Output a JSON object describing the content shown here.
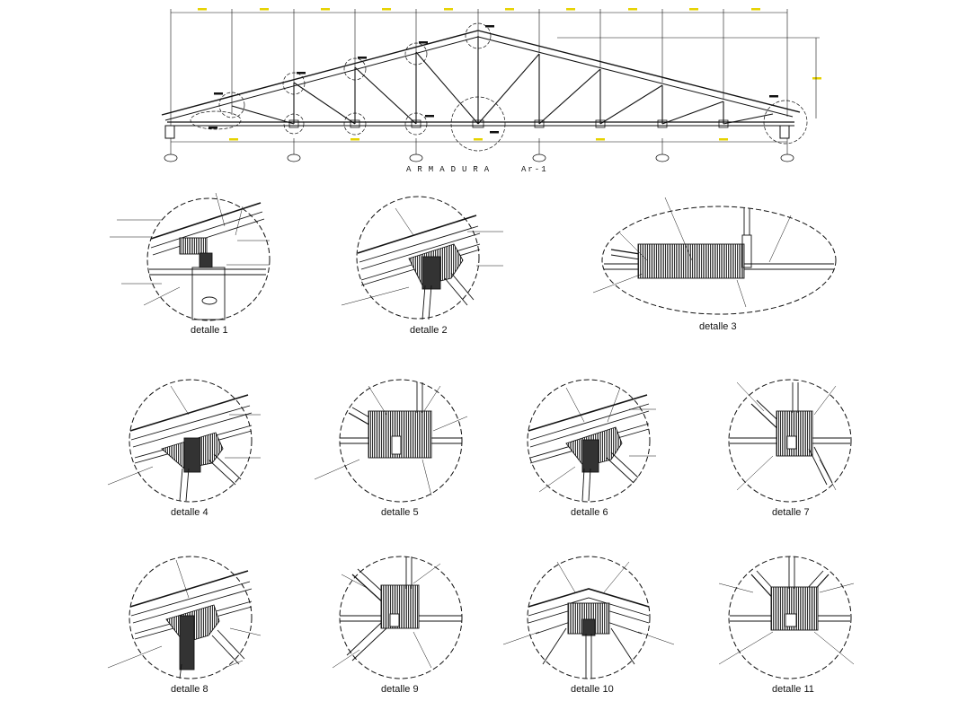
{
  "truss": {
    "title": "ARMADURA",
    "code": "Ar-1"
  },
  "details": [
    {
      "label": "detalle 1"
    },
    {
      "label": "detalle 2"
    },
    {
      "label": "detalle 3"
    },
    {
      "label": "detalle 4"
    },
    {
      "label": "detalle 5"
    },
    {
      "label": "detalle 6"
    },
    {
      "label": "detalle 7"
    },
    {
      "label": "detalle 8"
    },
    {
      "label": "detalle 9"
    },
    {
      "label": "detalle 10"
    },
    {
      "label": "detalle 11"
    }
  ],
  "colors": {
    "line": "#111111",
    "dimension": "#e6d200",
    "hatch": "#333333"
  }
}
